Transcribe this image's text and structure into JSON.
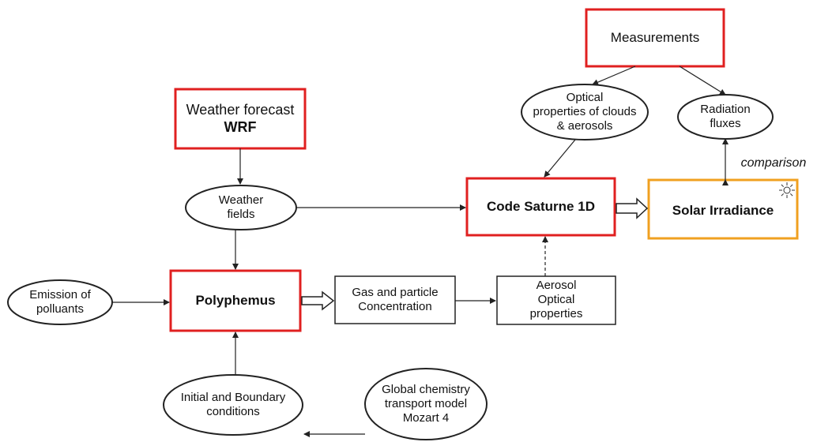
{
  "nodes": {
    "measurements": {
      "label": "Measurements"
    },
    "optical_props": {
      "lines": [
        "Optical",
        "properties of clouds",
        "& aerosols"
      ]
    },
    "radiation_fluxes": {
      "lines": [
        "Radiation",
        "fluxes"
      ]
    },
    "weather_forecast": {
      "line1": "Weather forecast",
      "line2": "WRF"
    },
    "weather_fields": {
      "lines": [
        "Weather",
        "fields"
      ]
    },
    "code_saturne": {
      "label": "Code Saturne 1D"
    },
    "solar_irradiance": {
      "label": "Solar Irradiance"
    },
    "emission": {
      "lines": [
        "Emission of",
        "polluants"
      ]
    },
    "polyphemus": {
      "label": "Polyphemus"
    },
    "gas_particle": {
      "lines": [
        "Gas and particle",
        "Concentration"
      ]
    },
    "aerosol_optical": {
      "lines": [
        "Aerosol",
        "Optical",
        "properties"
      ]
    },
    "initial_boundary": {
      "lines": [
        "Initial and Boundary",
        "conditions"
      ]
    },
    "global_chemistry": {
      "lines": [
        "Global chemistry",
        "transport model",
        "Mozart 4"
      ]
    }
  },
  "edge_labels": {
    "comparison": "comparison"
  },
  "icons": {
    "sun": "sun-icon"
  },
  "colors": {
    "red_border": "#e02020",
    "orange_border": "#f0a020",
    "line": "#222222"
  }
}
